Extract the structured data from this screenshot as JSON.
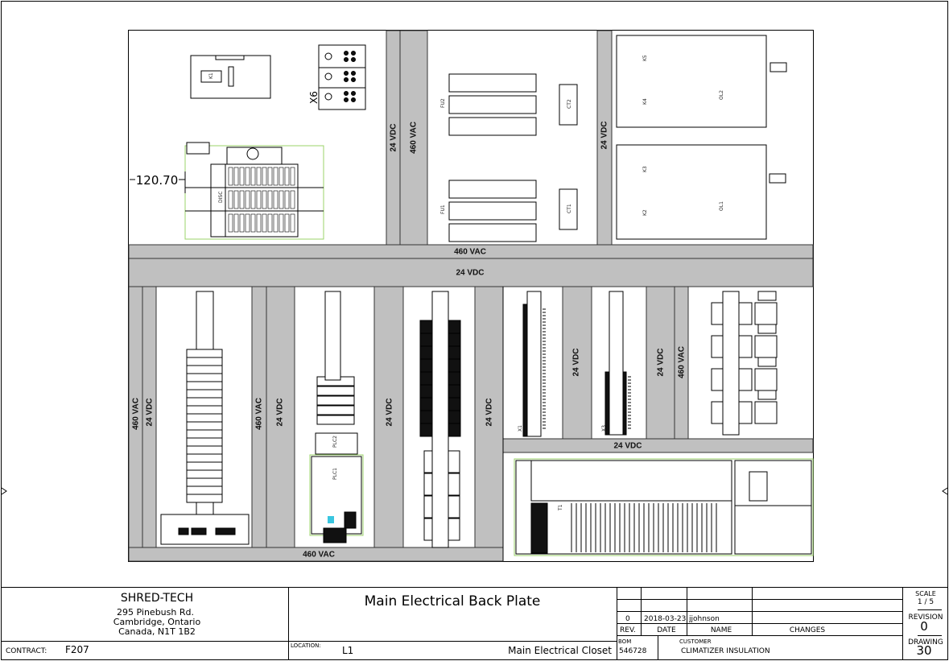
{
  "drawing": {
    "dimension": "120.70",
    "terminal_label": "X6",
    "ducts": {
      "top_24vdc_a": "24 VDC",
      "top_460vac": "460 VAC",
      "top_24vdc_b": "24 VDC",
      "mid_460vac": "460 VAC",
      "mid_24vdc": "24 VDC",
      "b1_460vac": "460 VAC",
      "b1_24vdc": "24 VDC",
      "b2_460vac": "460 VAC",
      "b2_24vdc": "24 VDC",
      "b3_24vdc": "24 VDC",
      "b4_24vdc": "24 VDC",
      "b5_24vdc": "24 VDC",
      "b6_24vdc": "24 VDC",
      "b6_460vac": "460 VAC",
      "right_24vdc": "24 VDC",
      "bottom_460vac": "460 VAC"
    },
    "components": {
      "k1": "K1",
      "disc": "DISC",
      "fu2": "FU2",
      "fu1": "FU1",
      "ct2": "CT2",
      "ct1": "CT1",
      "k5": "K5",
      "k4": "K4",
      "ol2": "OL2",
      "k3": "K3",
      "k2": "K2",
      "ol1": "OL1",
      "plc2": "PLC2",
      "plc1": "PLC1",
      "x1": "X1",
      "x3": "X3",
      "t1": "T1"
    },
    "colors": {
      "duct": "#c0c0c0",
      "outline": "#9bd36a",
      "highlight": "#39c6e0"
    }
  },
  "title_block": {
    "company": "SHRED-TECH",
    "address1": "295 Pinebush Rd.",
    "address2": "Cambridge, Ontario",
    "address3": "Canada, N1T 1B2",
    "contract_label": "CONTRACT:",
    "contract": "F207",
    "title": "Main Electrical Back Plate",
    "location_label": "LOCATION:",
    "location": "L1",
    "location_desc": "Main Electrical Closet",
    "revision_row": {
      "rev": "0",
      "date": "2018-03-23",
      "name": "jjohnson",
      "changes": ""
    },
    "headers": {
      "rev": "REV.",
      "date": "DATE",
      "name": "NAME",
      "changes": "CHANGES"
    },
    "bom_label": "BOM",
    "bom": "546728",
    "customer_label": "CUSTOMER",
    "customer": "CLIMATIZER INSULATION",
    "scale_label": "SCALE",
    "scale": "1 / 5",
    "revision_label": "REVISION",
    "revision": "0",
    "drawing_label": "DRAWING",
    "drawing": "30"
  }
}
